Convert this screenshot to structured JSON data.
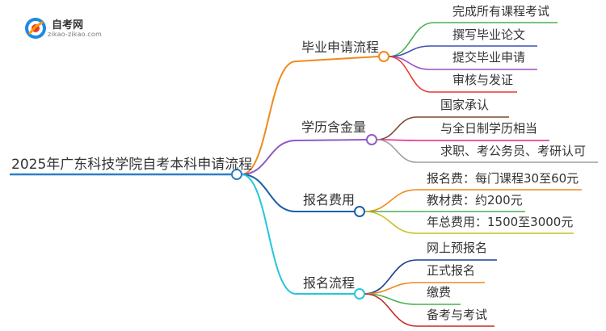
{
  "logo": {
    "name": "自考网",
    "url": "zikao-zikao.com"
  },
  "root": {
    "label": "2025年广东科技学院自考本科申请流程",
    "line_color": "#2f7fc1"
  },
  "branches": [
    {
      "label": "毕业申请流程",
      "color": "#f08a1c",
      "children": [
        {
          "label": "完成所有课程考试",
          "color": "#4caf50"
        },
        {
          "label": "撰写毕业论文",
          "color": "#3f51b5"
        },
        {
          "label": "提交毕业申请",
          "color": "#9c4dcc"
        },
        {
          "label": "审核与发证",
          "color": "#e53935"
        }
      ]
    },
    {
      "label": "学历含金量",
      "color": "#8e5cc7",
      "children": [
        {
          "label": "国家承认",
          "color": "#7b4a2e"
        },
        {
          "label": "与全日制学历相当",
          "color": "#e91e8c"
        },
        {
          "label": "求职、考公务员、考研认可",
          "color": "#9e9e9e"
        }
      ]
    },
    {
      "label": "报名费用",
      "color": "#1f5fa8",
      "children": [
        {
          "label": "报名费：每门课程30至60元",
          "color": "#f08a1c"
        },
        {
          "label": "教材费：约200元",
          "color": "#4caf50"
        },
        {
          "label": "年总费用：1500至3000元",
          "color": "#c8c020"
        }
      ]
    },
    {
      "label": "报名流程",
      "color": "#26c6da",
      "children": [
        {
          "label": "网上预报名",
          "color": "#1f3f8f"
        },
        {
          "label": "正式报名",
          "color": "#f08a1c"
        },
        {
          "label": "缴费",
          "color": "#4caf50"
        },
        {
          "label": "备考与考试",
          "color": "#c62828"
        }
      ]
    }
  ]
}
